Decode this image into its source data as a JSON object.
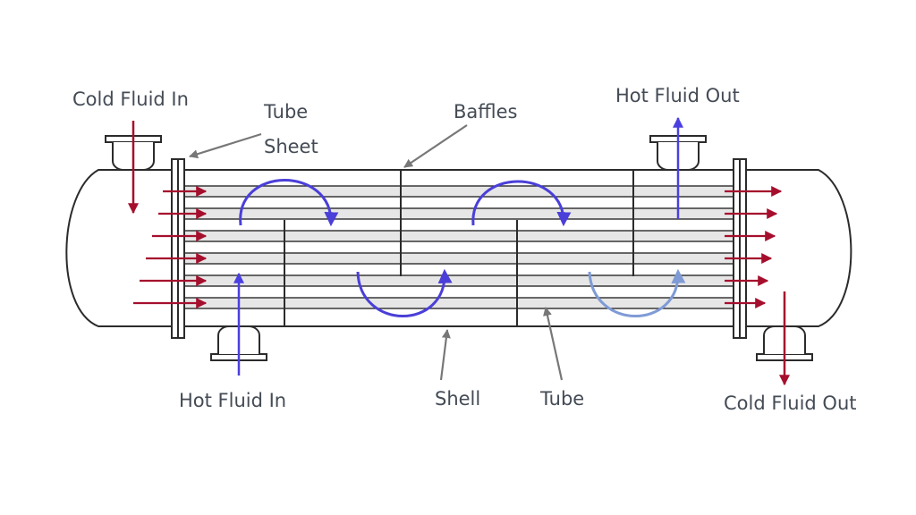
{
  "labels": {
    "cold_in": "Cold Fluid In",
    "tube_sheet_line1": "Tube",
    "tube_sheet_line2": "Sheet",
    "baffles": "Baffles",
    "hot_out": "Hot Fluid Out",
    "hot_in": "Hot Fluid In",
    "shell": "Shell",
    "tube": "Tube",
    "cold_out": "Cold Fluid Out"
  },
  "colors": {
    "outline": "#2b2b2b",
    "tube_fill": "#e6e6e6",
    "cold_arrow": "#a50f2d",
    "hot_arrow": "#4a3fe0",
    "flow_dark": "#4a3fd8",
    "flow_light": "#7f9bd6",
    "pointer": "#777777",
    "label": "#444b55"
  }
}
